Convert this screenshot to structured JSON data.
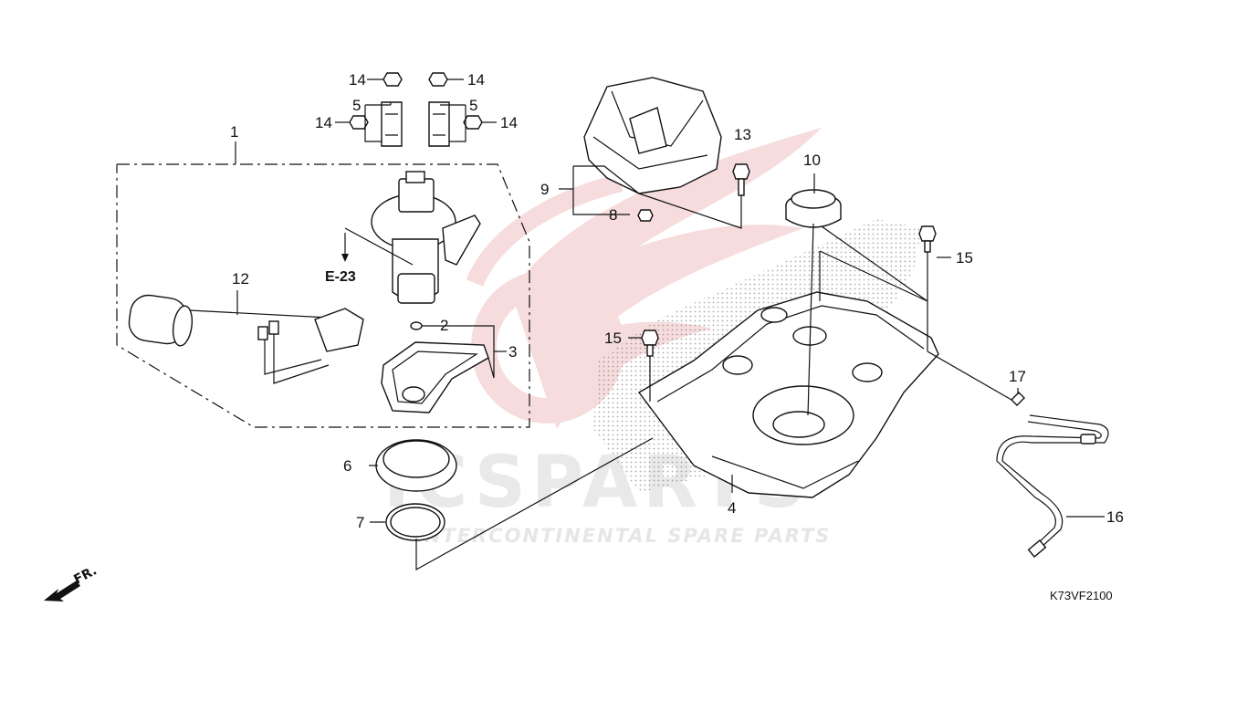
{
  "diagram": {
    "catalog_code": "K73VF2100",
    "reference_label": "E-23",
    "direction_label": "FR.",
    "watermark": {
      "brand": "ICSPARTS",
      "tagline": "INTERCONTINENTAL SPARE PARTS"
    },
    "callouts": [
      "1",
      "2",
      "3",
      "4",
      "5",
      "5",
      "6",
      "7",
      "8",
      "9",
      "10",
      "12",
      "13",
      "14",
      "14",
      "14",
      "14",
      "15",
      "15",
      "16",
      "17"
    ]
  },
  "colors": {
    "ink": "#111111",
    "watermark_red": "#f4d4d4",
    "watermark_gray": "#e9e9e9"
  }
}
